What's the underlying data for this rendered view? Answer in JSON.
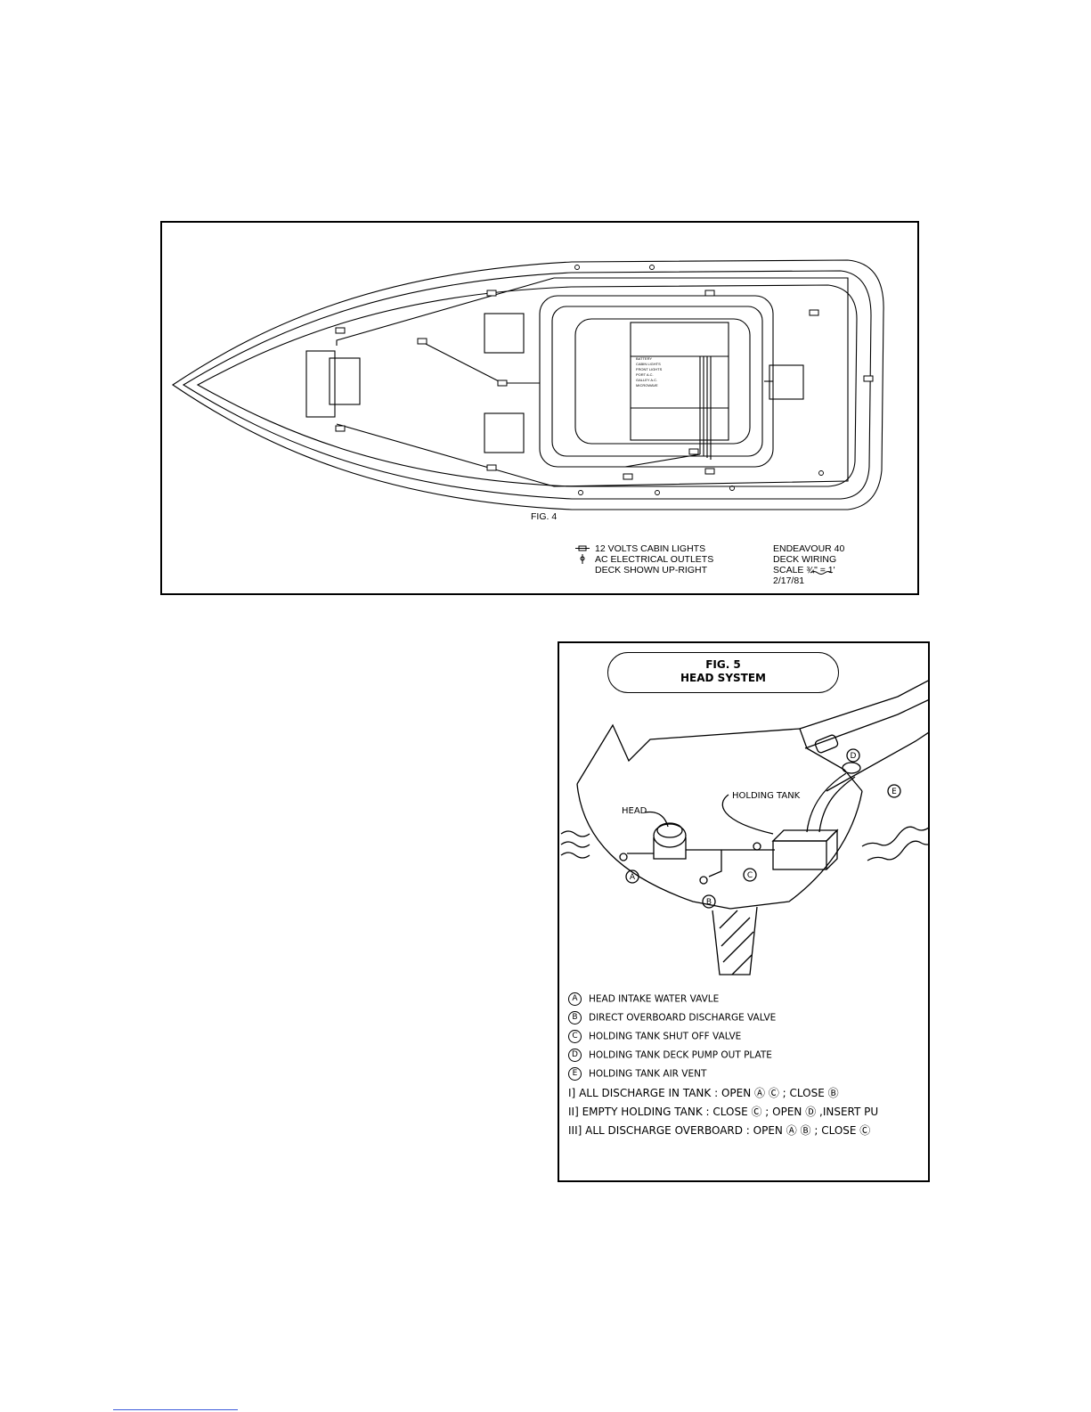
{
  "fig4": {
    "caption": "FIG. 4",
    "legend": {
      "cabin_lights": "12 VOLTS CABIN LIGHTS",
      "ac_outlets": "AC ELECTRICAL OUTLETS",
      "deck_note": "DECK SHOWN UP-RIGHT"
    },
    "title_block": {
      "name": "ENDEAVOUR 40",
      "subtitle": "DECK WIRING",
      "scale": "SCALE ¾\" = 1'",
      "date": "2/17/81"
    }
  },
  "fig5": {
    "title_line1": "FIG. 5",
    "title_line2": "HEAD SYSTEM",
    "labels": {
      "head": "HEAD",
      "holding_tank": "HOLDING TANK",
      "a": "A",
      "b": "B",
      "c": "C",
      "d": "D",
      "e": "E"
    },
    "legend": [
      {
        "key": "A",
        "text": "HEAD INTAKE WATER VAVLE"
      },
      {
        "key": "B",
        "text": "DIRECT OVERBOARD DISCHARGE VALVE"
      },
      {
        "key": "C",
        "text": "HOLDING TANK SHUT OFF VALVE"
      },
      {
        "key": "D",
        "text": "HOLDING TANK DECK PUMP OUT PLATE"
      },
      {
        "key": "E",
        "text": "HOLDING TANK AIR VENT"
      }
    ],
    "instructions": [
      {
        "num": "I]",
        "text": "ALL DISCHARGE IN TANK  :  OPEN Ⓐ Ⓒ  ;  CLOSE Ⓑ"
      },
      {
        "num": "II]",
        "text": "EMPTY HOLDING TANK :  CLOSE Ⓒ ; OPEN Ⓓ ,INSERT PU"
      },
      {
        "num": "III]",
        "text": "ALL DISCHARGE OVERBOARD : OPEN Ⓐ Ⓑ ; CLOSE Ⓒ"
      }
    ]
  }
}
